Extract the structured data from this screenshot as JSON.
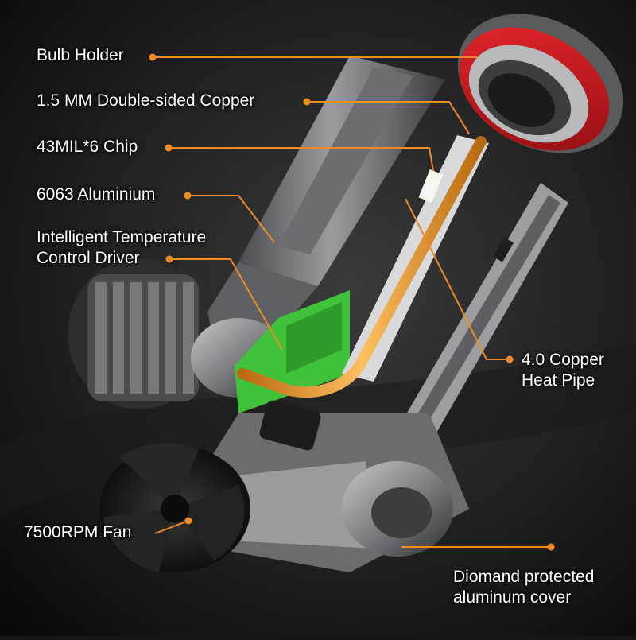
{
  "colors": {
    "background": "#151515",
    "leader_line": "#f08a24",
    "label_text": "#ffffff",
    "holder_ring": "#c8161d",
    "heat_pipe": "#f0a030",
    "pcb_green": "#3fc23a",
    "housing": "#8a8c8f"
  },
  "labels": {
    "bulb_holder": "Bulb Holder",
    "copper_board": "1.5 MM Double-sided Copper",
    "chip": "43MIL*6 Chip",
    "aluminium": "6063 Aluminium",
    "driver_line1": "Intelligent Temperature",
    "driver_line2": "Control Driver",
    "heat_pipe_line1": "4.0 Copper",
    "heat_pipe_line2": "Heat Pipe",
    "fan": "7500RPM Fan",
    "cover_line1": "Diomand protected",
    "cover_line2": "aluminum cover"
  }
}
